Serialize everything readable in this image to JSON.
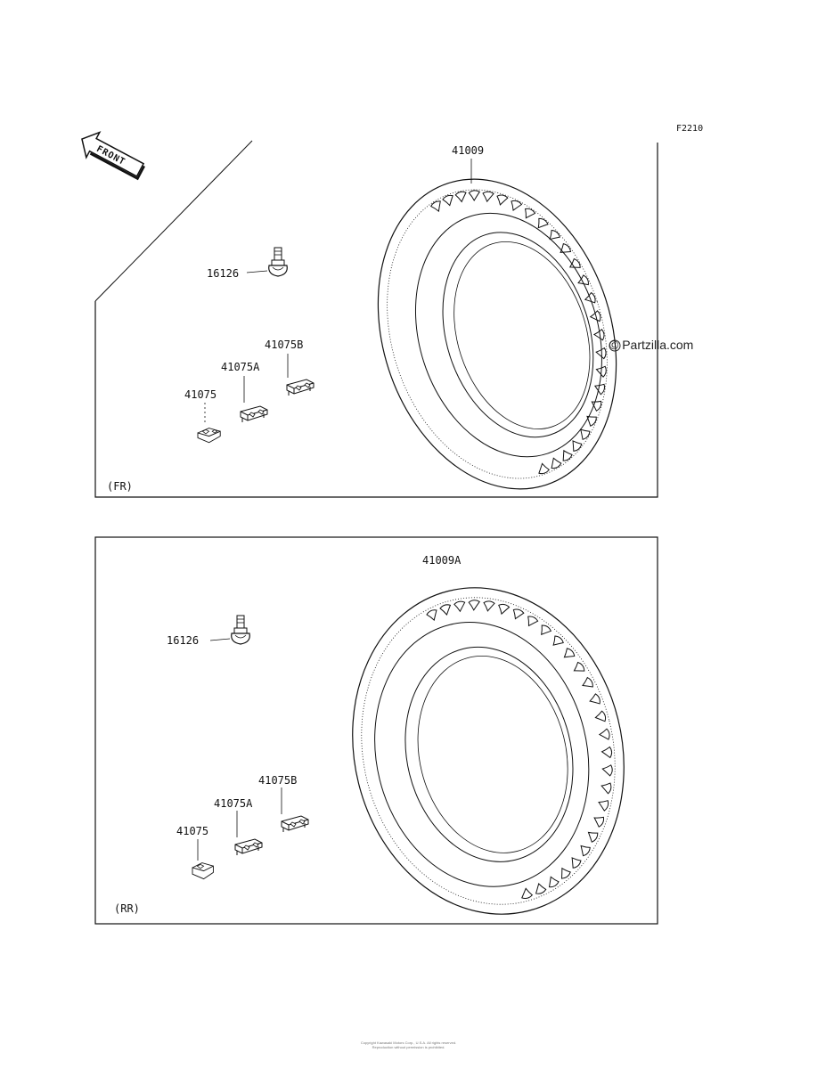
{
  "figure_code": "F2210",
  "front_arrow": {
    "label": "FRONT"
  },
  "watermark": "© Partzilla.com",
  "panels": [
    {
      "label": "(FR)",
      "parts": [
        {
          "part_no": "41009"
        },
        {
          "part_no": "16126"
        },
        {
          "part_no": "41075B"
        },
        {
          "part_no": "41075A"
        },
        {
          "part_no": "41075"
        }
      ]
    },
    {
      "label": "(RR)",
      "parts": [
        {
          "part_no": "41009A"
        },
        {
          "part_no": "16126"
        },
        {
          "part_no": "41075B"
        },
        {
          "part_no": "41075A"
        },
        {
          "part_no": "41075"
        }
      ]
    }
  ],
  "footer": [
    "Copyright Kawasaki Motors Corp., U.S.A. All rights reserved.",
    "Reproduction without permission is prohibited."
  ]
}
